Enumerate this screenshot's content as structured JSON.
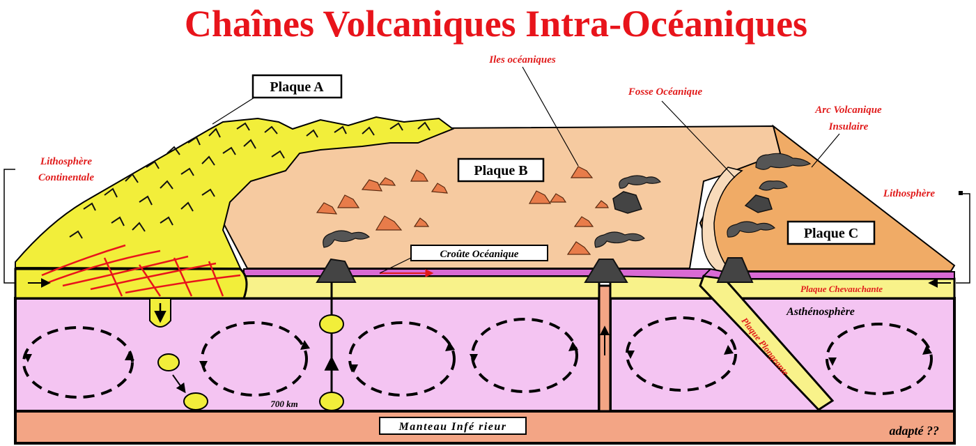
{
  "title": "Chaînes Volcaniques Intra-Océaniques",
  "labels": {
    "plaque_a": "Plaque A",
    "plaque_b": "Plaque B",
    "plaque_c": "Plaque C",
    "iles_oceaniques": "Iles océaniques",
    "fosse_oceanique": "Fosse Océanique",
    "arc_line1": "Arc Volcanique",
    "arc_line2": "Insulaire",
    "litho_cont_line1": "Lithosphère",
    "litho_cont_line2": "Continentale",
    "lithosphere": "Lithosphère",
    "croute_oceanique": "Croûte Océanique",
    "plaque_chevauchante": "Plaque Chevauchante",
    "asthenosphere": "Asthénosphère",
    "plaque_plongeante": "Plaque Plongeante",
    "depth_700": "700 km",
    "manteau_inferieur": "Manteau Infé rieur",
    "adapte": "adapté ??"
  },
  "colors": {
    "title_red": "#e8141b",
    "label_red": "#e11b1b",
    "continent_yellow": "#f2ee3a",
    "ocean_floor": "#f6caa0",
    "plaque_c_orange": "#f0ab66",
    "asthenosphere_pink": "#f4c4f2",
    "lithosphere_yellow": "#f8f28a",
    "crust_magenta": "#d96ad4",
    "lower_mantle": "#f3a585"
  }
}
